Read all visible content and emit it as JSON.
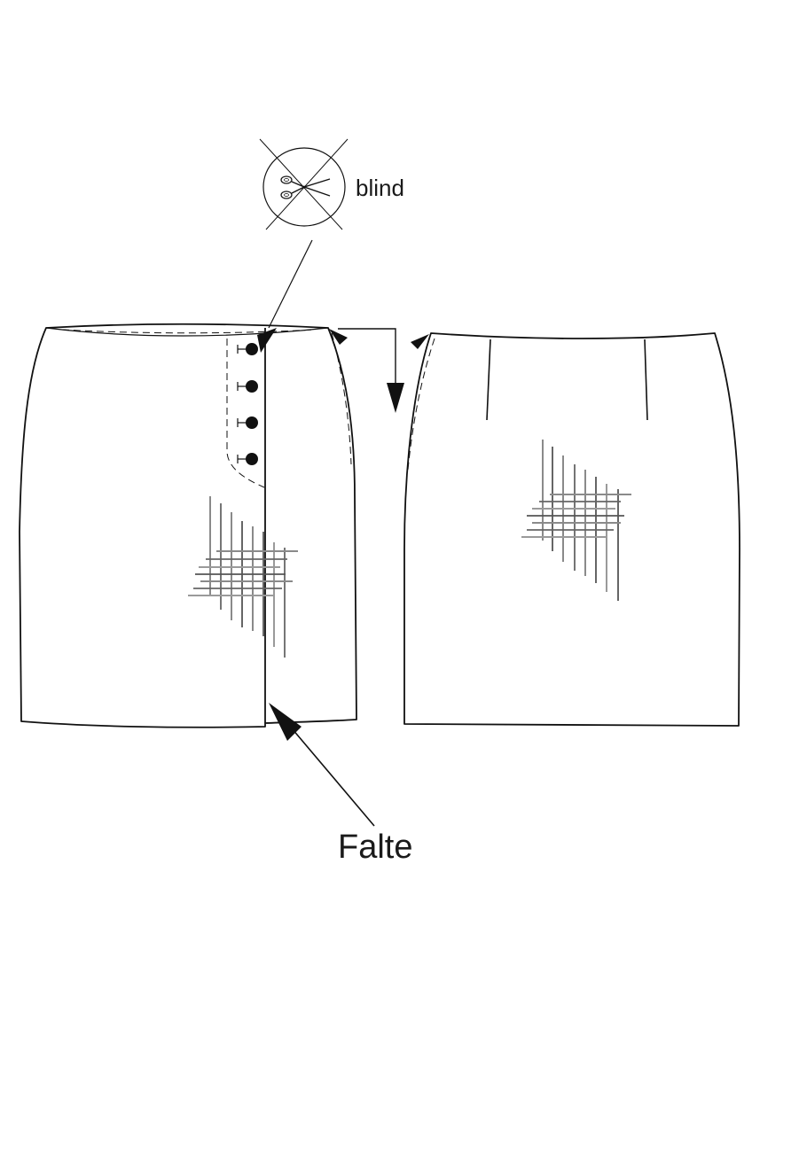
{
  "labels": {
    "blind": "blind",
    "falte": "Falte"
  },
  "symbols": {
    "no_cut": "scissors-crossed-icon"
  },
  "colors": {
    "ink": "#111111",
    "hatch_dark": "#555555",
    "hatch_light": "#9a9a9a",
    "background": "#ffffff"
  },
  "front": {
    "buttons": 4
  }
}
